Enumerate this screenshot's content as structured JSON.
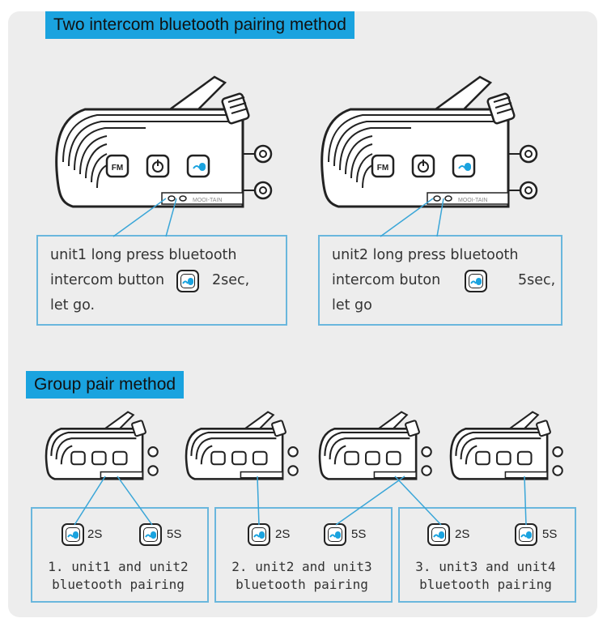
{
  "sections": {
    "two_unit": {
      "title": "Two intercom bluetooth pairing method",
      "unit1": {
        "line1": "unit1 long press bluetooth",
        "line2_prefix": "intercom button",
        "line2_suffix": "2sec,",
        "line3": "let go.",
        "icon": "bluetooth-intercom-button-icon"
      },
      "unit2": {
        "line1": "unit2 long press bluetooth",
        "line2_prefix": "intercom buton",
        "line2_suffix": "5sec,",
        "line3": "let go",
        "icon": "bluetooth-intercom-button-icon"
      }
    },
    "group": {
      "title": "Group pair method",
      "steps": [
        {
          "left_time": "2S",
          "right_time": "5S",
          "line1": "1. unit1 and unit2",
          "line2": "bluetooth pairing"
        },
        {
          "left_time": "2S",
          "right_time": "5S",
          "line1": "2. unit2 and unit3",
          "line2": "bluetooth pairing"
        },
        {
          "left_time": "2S",
          "right_time": "5S",
          "line1": "3. unit3 and unit4",
          "line2": "bluetooth pairing"
        }
      ]
    }
  },
  "device": {
    "buttons": [
      "FM",
      "power-icon",
      "bluetooth-intercom-icon"
    ],
    "brand_text": "MOOI-TAIN"
  },
  "colors": {
    "header_bg": "#1aa3df",
    "box_border": "#6ab7dd",
    "connector_line": "#3aa6d8"
  }
}
